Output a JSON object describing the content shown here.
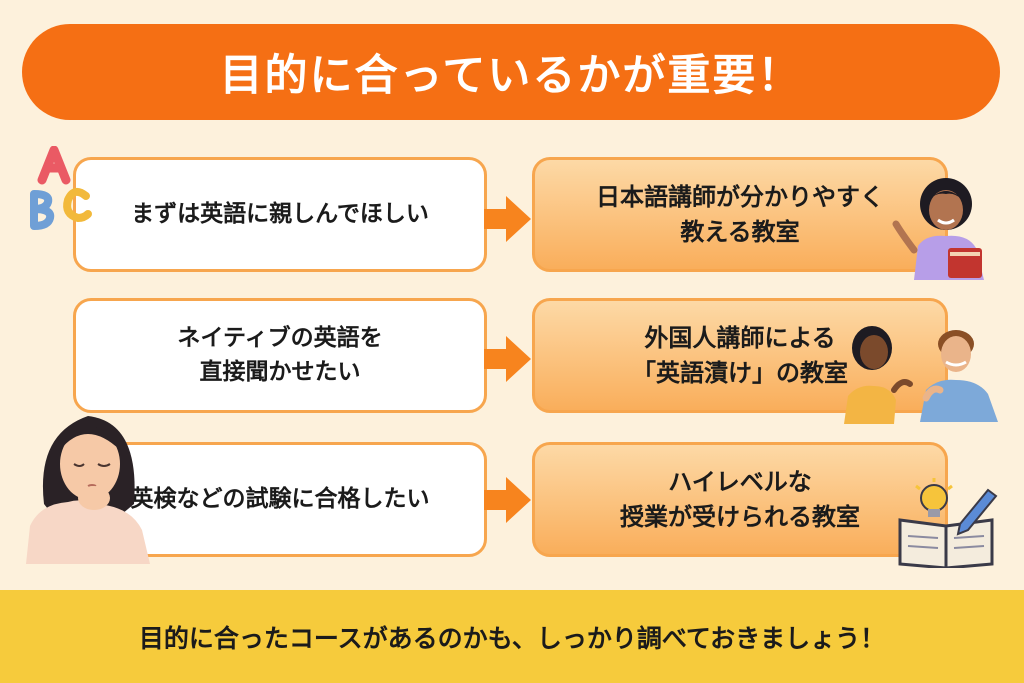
{
  "title": "目的に合っているかが重要！",
  "rows": [
    {
      "need": "まずは英語に親しんでほしい",
      "solution": "日本語講師が分かりやすく\n教える教室"
    },
    {
      "need": "ネイティブの英語を\n直接聞かせたい",
      "solution": "外国人講師による\n「英語漬け」の教室"
    },
    {
      "need": "英検などの試験に合格したい",
      "solution": "ハイレベルな\n授業が受けられる教室"
    }
  ],
  "footer": "目的に合ったコースがあるのかも、しっかり調べておきましょう！",
  "colors": {
    "banner": "#f56f14",
    "footer": "#f6cb3c",
    "background": "#fdf1dc",
    "arrow": "#f7841e"
  },
  "icons": [
    "abc-blocks-icon",
    "teacher-with-books-icon",
    "two-foreign-teachers-icon",
    "worried-girl-icon",
    "book-lightbulb-pencil-icon"
  ]
}
